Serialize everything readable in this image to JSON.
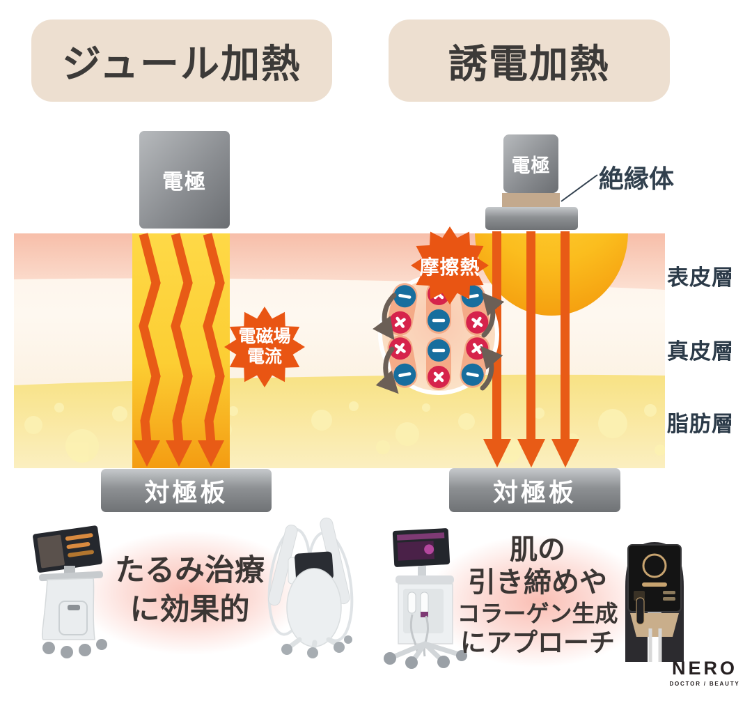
{
  "headers": {
    "left": "ジュール加熱",
    "right": "誘電加熱"
  },
  "left_side": {
    "electrode": "電極",
    "badge_line1": "電磁場",
    "badge_line2": "電流",
    "counter_plate": "対極板",
    "result_line1": "たるみ治療",
    "result_line2": "に効果的"
  },
  "right_side": {
    "electrode": "電極",
    "insulator": "絶縁体",
    "badge": "摩擦熱",
    "counter_plate": "対極板",
    "result_line1": "肌の",
    "result_line2": "引き締めや",
    "result_line3": "コラーゲン生成",
    "result_line4": "にアプローチ"
  },
  "skin_layers": {
    "epidermis": "表皮層",
    "dermis": "真皮層",
    "fat": "脂肪層"
  },
  "logo": {
    "brand": "NERO",
    "tagline": "DOCTOR / BEAUTY"
  },
  "colors": {
    "accent_orange": "#E95513",
    "badge_beige": "#EDDFD0",
    "electrode_gray": "#8A8D90",
    "insulator_tan": "#C3A98D",
    "positive_red": "#D6234B",
    "negative_blue": "#176E9E",
    "label_navy": "#31404E",
    "text_charcoal": "#3B3634"
  }
}
